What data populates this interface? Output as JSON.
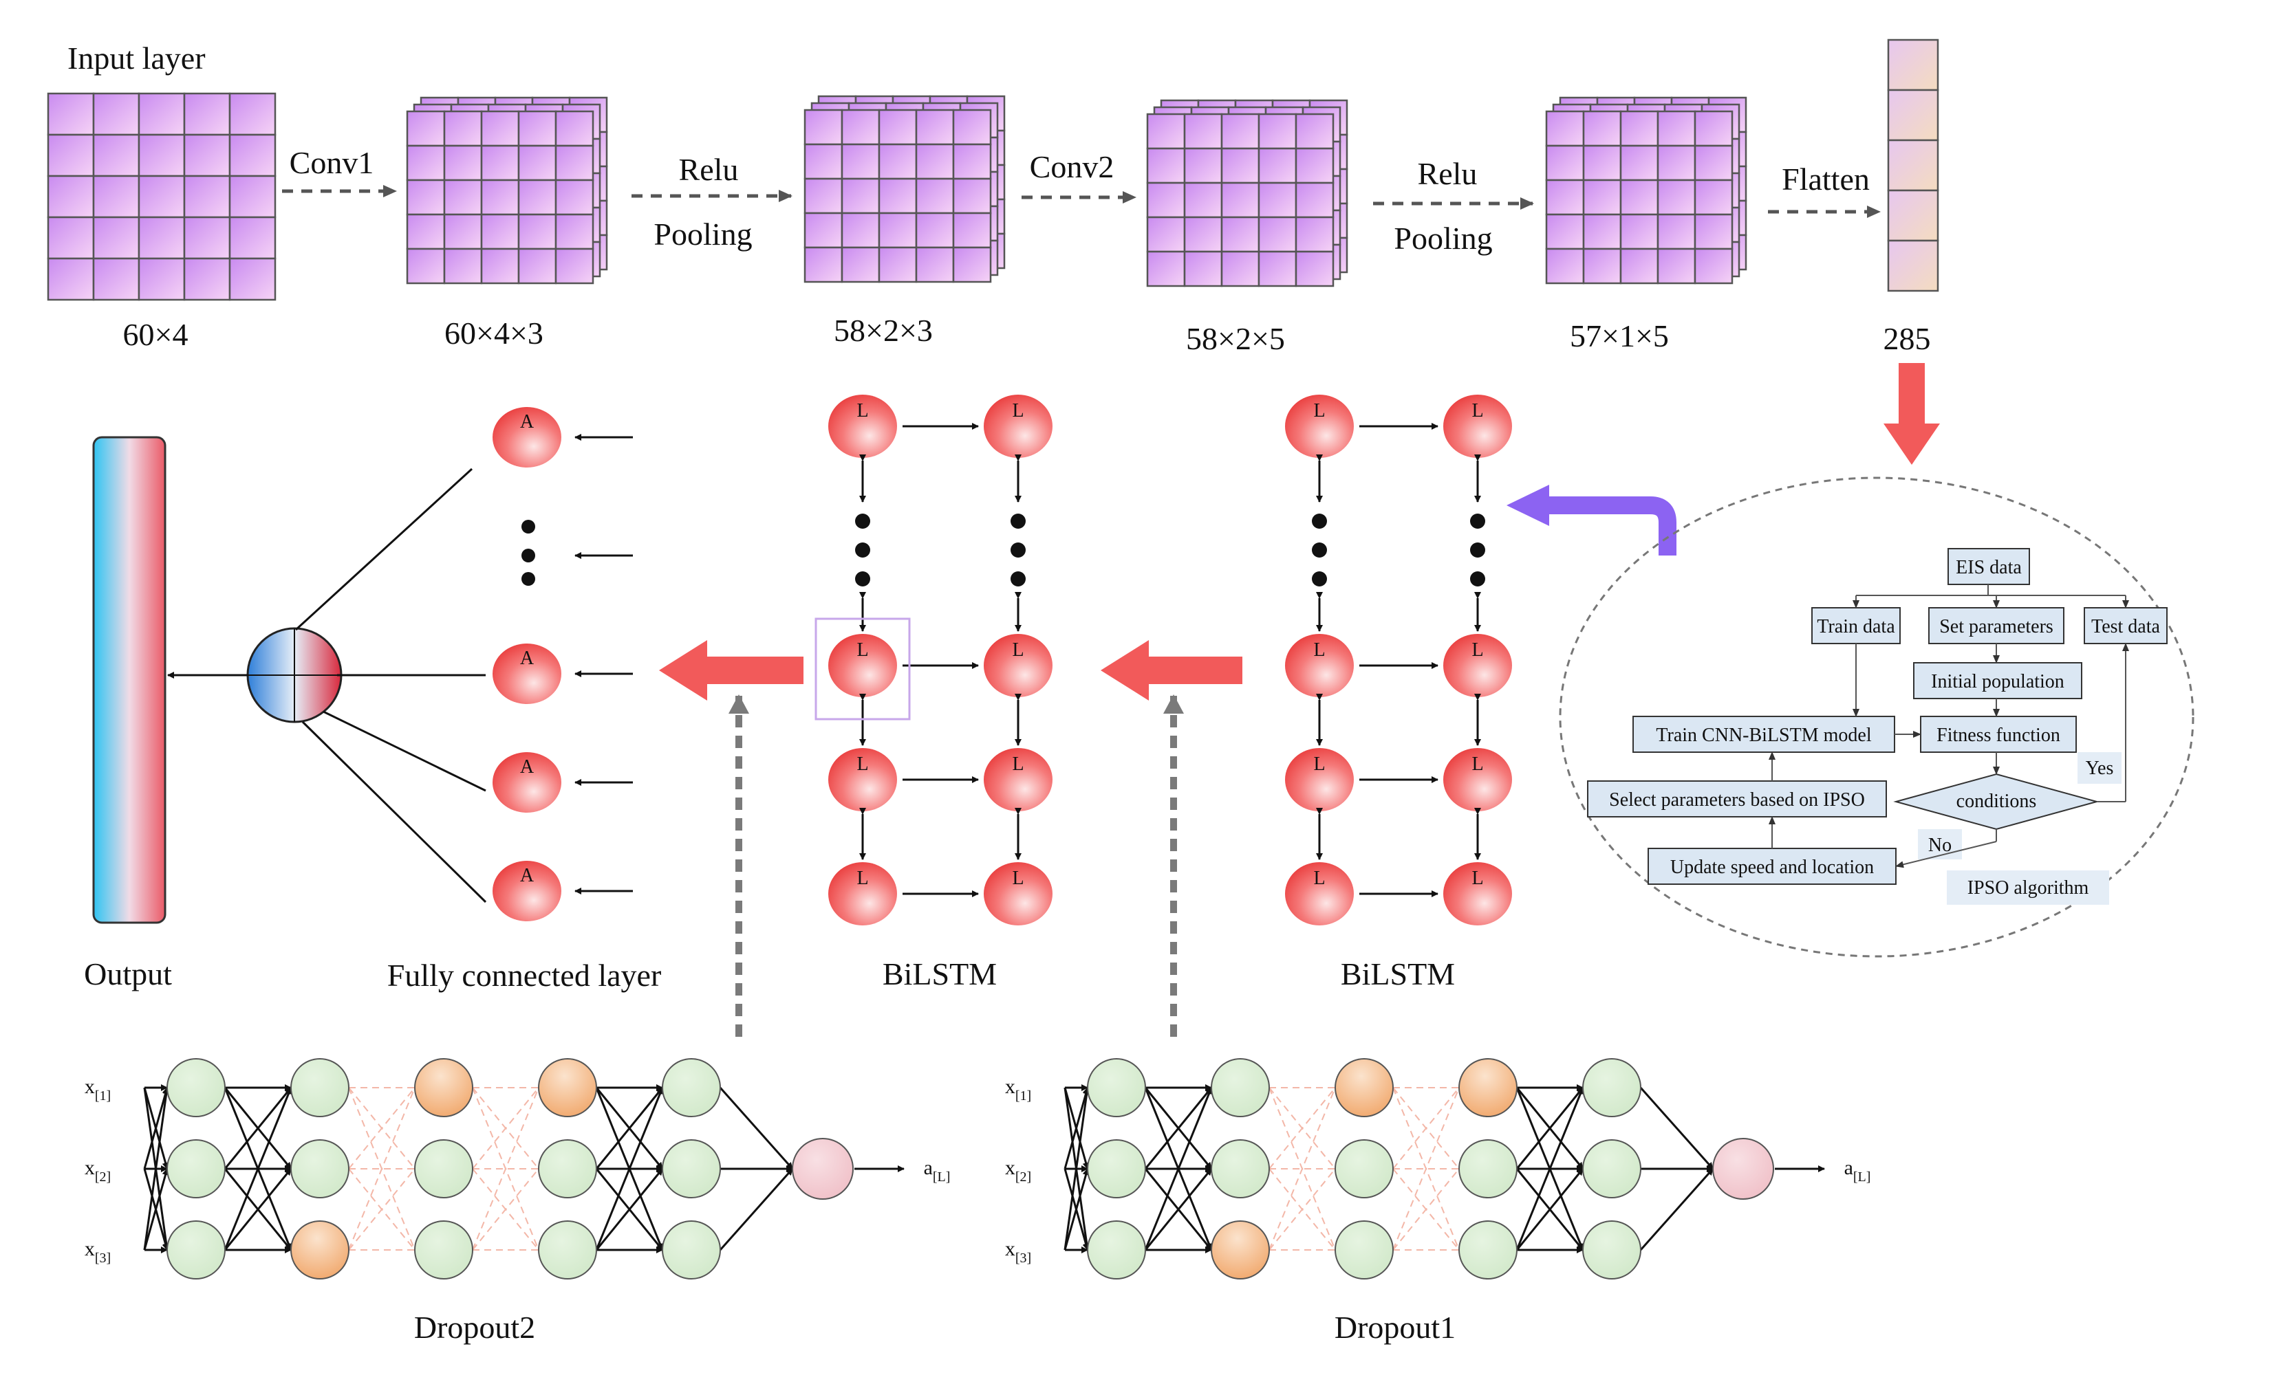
{
  "cnn": {
    "input_label": "Input layer",
    "ops": [
      "Conv1",
      "Relu",
      "Pooling",
      "Conv2",
      "Relu",
      "Pooling",
      "Flatten"
    ],
    "dims": [
      "60×4",
      "60×4×3",
      "58×2×3",
      "58×2×5",
      "57×1×5",
      "285"
    ]
  },
  "network": {
    "lstm_letter": "L",
    "dense_letter": "A",
    "bilstm_labels": [
      "BiLSTM",
      "BiLSTM"
    ],
    "fc_label": "Fully connected layer",
    "output_label": "Output"
  },
  "dropout": {
    "labels": [
      "Dropout2",
      "Dropout1"
    ],
    "input_prefix": "x",
    "input_subs": [
      "[1]",
      "[2]",
      "[3]"
    ],
    "output_prefix": "a",
    "output_sub": "[L]"
  },
  "ipso": {
    "eis": "EIS data",
    "train": "Train data",
    "set": "Set parameters",
    "test": "Test data",
    "init": "Initial population",
    "trainmodel": "Train CNN-BiLSTM model",
    "fitness": "Fitness function",
    "select": "Select parameters based on IPSO",
    "conditions": "conditions",
    "yes": "Yes",
    "no": "No",
    "update": "Update speed and location",
    "algo": "IPSO algorithm"
  },
  "colors": {
    "grid_cell_a": "#c98bf0",
    "grid_cell_b": "#f3c9f5",
    "lstm_node": "#f25a5a",
    "flow_arrow": "#f25a5a",
    "purple_arrow": "#8c63f2",
    "green_node": "#d9edd3",
    "orange_node": "#f2b27e",
    "fc_box": "#dbe7f3"
  }
}
